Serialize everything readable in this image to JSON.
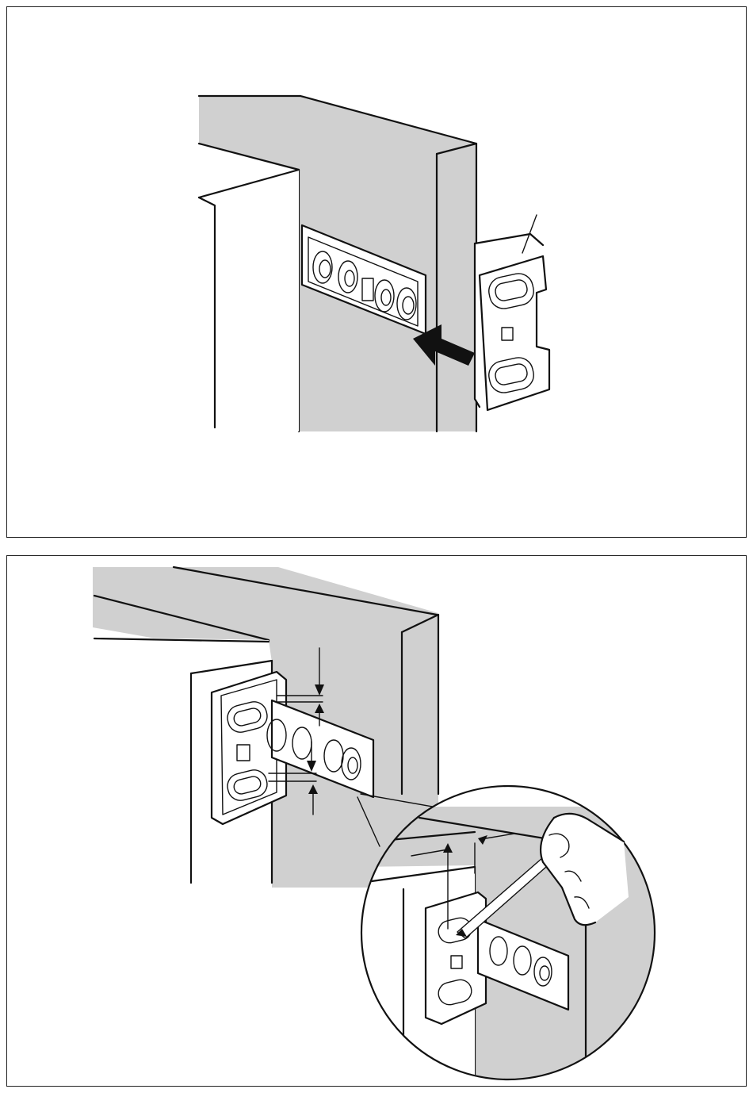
{
  "figures": [
    {
      "id": "step-1",
      "description_text": "",
      "icons": [
        "wall-panel",
        "mounting-plate",
        "suspension-bracket",
        "push-arrow"
      ]
    },
    {
      "id": "step-2",
      "description_text": "",
      "icons": [
        "wall-panel",
        "suspension-bracket",
        "mounting-plate",
        "alignment-arrows",
        "detail-magnifier",
        "hand-with-pencil"
      ]
    }
  ],
  "colors": {
    "panel_gray": "#d0d0d0",
    "line": "#111111",
    "background": "#ffffff"
  }
}
